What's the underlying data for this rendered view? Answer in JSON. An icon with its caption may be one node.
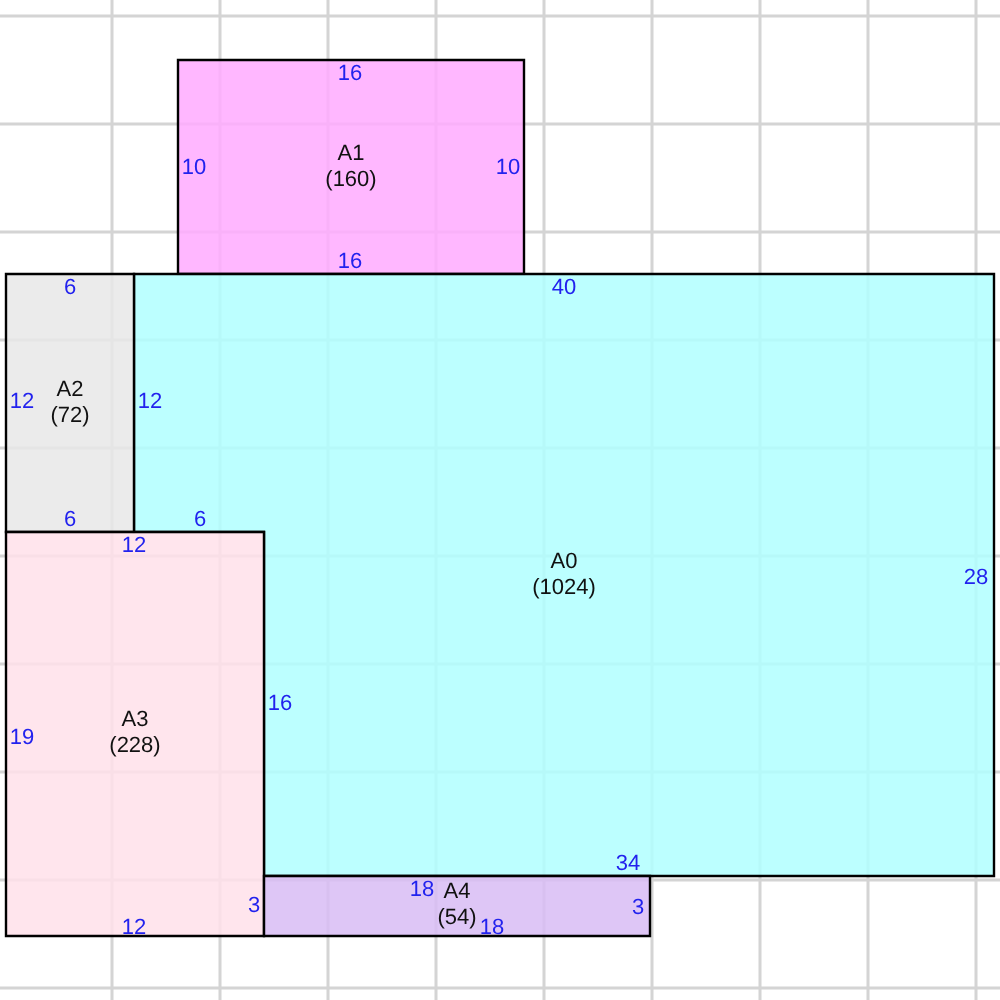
{
  "diagram": {
    "nodes": [
      {
        "text": [
          "A1",
          "(160)"
        ]
      },
      {
        "text": [
          "A0",
          "(1024)"
        ]
      },
      {
        "text": [
          "A2",
          "(72)"
        ]
      },
      {
        "text": [
          "A3",
          "(228)"
        ]
      },
      {
        "text": [
          "A4",
          "(54)"
        ]
      }
    ],
    "labels": [
      "16",
      "10",
      "10",
      "16",
      "6",
      "40",
      "12",
      "12",
      "6",
      "6",
      "12",
      "28",
      "16",
      "19",
      "34",
      "18",
      "3",
      "3",
      "12",
      "18"
    ]
  }
}
